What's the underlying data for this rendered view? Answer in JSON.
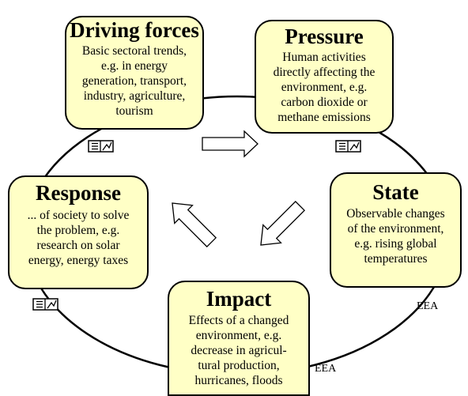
{
  "boxes": {
    "driving_forces": {
      "title": "Driving forces",
      "lines": [
        "Basic sectoral trends,",
        "e.g. in energy",
        "generation, transport,",
        "industry, agriculture,",
        "tourism"
      ]
    },
    "pressure": {
      "title": "Pressure",
      "lines": [
        "Human activities",
        "directly affecting the",
        "environment, e.g.",
        "carbon dioxide or",
        "methane emissions"
      ]
    },
    "state": {
      "title": "State",
      "lines": [
        "Observable changes",
        "of the environment,",
        "e.g. rising global",
        "temperatures"
      ]
    },
    "impact": {
      "title": "Impact",
      "lines": [
        "Effects of a changed",
        "environment, e.g.",
        "decrease in agricul-",
        "tural production,",
        "hurricanes, floods"
      ]
    },
    "response": {
      "title": "Response",
      "lines": [
        "... of society to solve",
        "the problem, e.g.",
        "research on solar",
        "energy, energy taxes"
      ]
    }
  },
  "source_labels": [
    "EEA",
    "EEA"
  ],
  "icons": [
    "document-chart-icon",
    "document-chart-icon",
    "document-chart-icon"
  ],
  "arrows": [
    "right-arrow-icon",
    "down-left-arrow-icon",
    "up-left-arrow-icon"
  ]
}
